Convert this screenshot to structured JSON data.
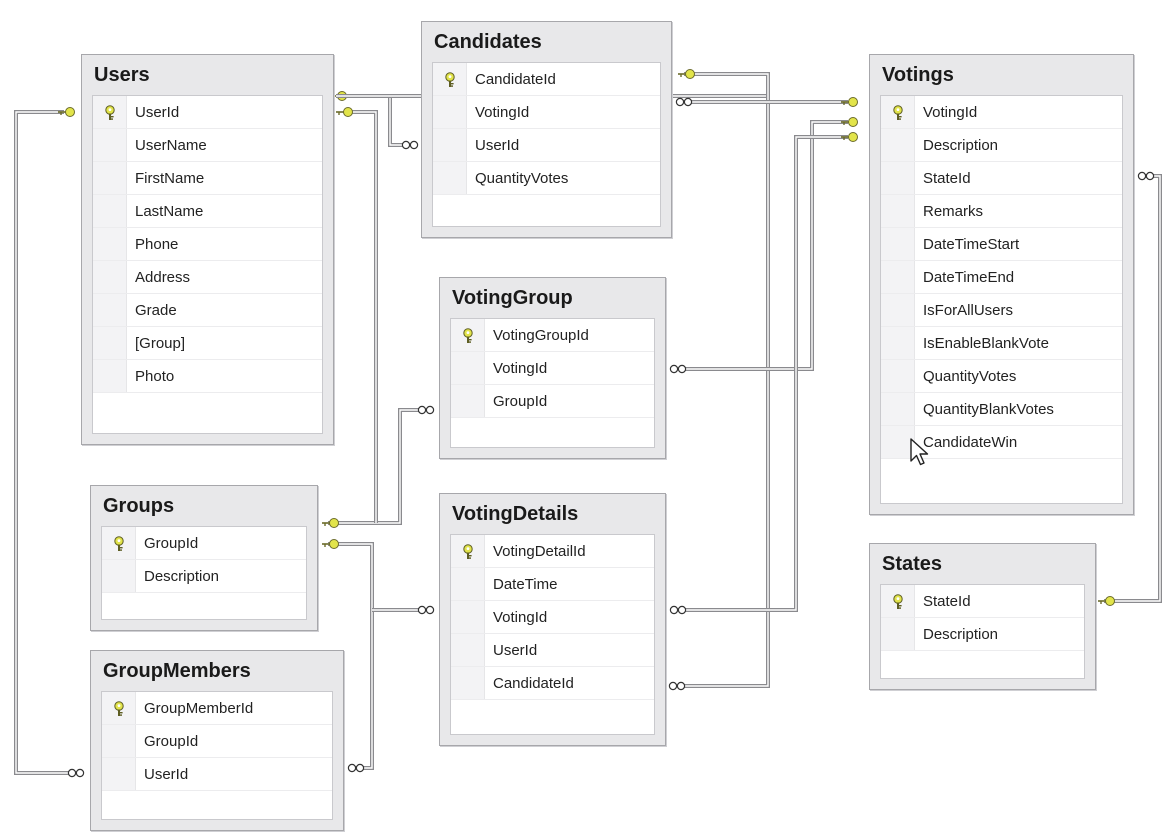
{
  "tables": [
    {
      "id": "users",
      "title": "Users",
      "columns": [
        {
          "name": "UserId",
          "pk": true
        },
        {
          "name": "UserName"
        },
        {
          "name": "FirstName"
        },
        {
          "name": "LastName"
        },
        {
          "name": "Phone"
        },
        {
          "name": "Address"
        },
        {
          "name": "Grade"
        },
        {
          "name": "[Group]"
        },
        {
          "name": "Photo"
        }
      ]
    },
    {
      "id": "candidates",
      "title": "Candidates",
      "columns": [
        {
          "name": "CandidateId",
          "pk": true
        },
        {
          "name": "VotingId"
        },
        {
          "name": "UserId"
        },
        {
          "name": "QuantityVotes"
        }
      ]
    },
    {
      "id": "votings",
      "title": "Votings",
      "columns": [
        {
          "name": "VotingId",
          "pk": true
        },
        {
          "name": "Description"
        },
        {
          "name": "StateId"
        },
        {
          "name": "Remarks"
        },
        {
          "name": "DateTimeStart"
        },
        {
          "name": "DateTimeEnd"
        },
        {
          "name": "IsForAllUsers"
        },
        {
          "name": "IsEnableBlankVote"
        },
        {
          "name": "QuantityVotes"
        },
        {
          "name": "QuantityBlankVotes"
        },
        {
          "name": "CandidateWin"
        }
      ]
    },
    {
      "id": "votinggroup",
      "title": "VotingGroup",
      "columns": [
        {
          "name": "VotingGroupId",
          "pk": true
        },
        {
          "name": "VotingId"
        },
        {
          "name": "GroupId"
        }
      ]
    },
    {
      "id": "groups",
      "title": "Groups",
      "columns": [
        {
          "name": "GroupId",
          "pk": true
        },
        {
          "name": "Description"
        }
      ]
    },
    {
      "id": "votingdetails",
      "title": "VotingDetails",
      "columns": [
        {
          "name": "VotingDetailId",
          "pk": true
        },
        {
          "name": "DateTime"
        },
        {
          "name": "VotingId"
        },
        {
          "name": "UserId"
        },
        {
          "name": "CandidateId"
        }
      ]
    },
    {
      "id": "states",
      "title": "States",
      "columns": [
        {
          "name": "StateId",
          "pk": true
        },
        {
          "name": "Description"
        }
      ]
    },
    {
      "id": "groupmembers",
      "title": "GroupMembers",
      "columns": [
        {
          "name": "GroupMemberId",
          "pk": true
        },
        {
          "name": "GroupId"
        },
        {
          "name": "UserId"
        }
      ]
    }
  ],
  "relationships": [
    {
      "from": "users.UserId",
      "to": "candidates.UserId"
    },
    {
      "from": "users.UserId",
      "to": "votingdetails.UserId"
    },
    {
      "from": "users.UserId",
      "to": "groupmembers.UserId"
    },
    {
      "from": "candidates.CandidateId",
      "to": "votingdetails.CandidateId"
    },
    {
      "from": "votings.VotingId",
      "to": "candidates.VotingId"
    },
    {
      "from": "votings.VotingId",
      "to": "votinggroup.VotingId"
    },
    {
      "from": "votings.VotingId",
      "to": "votingdetails.VotingId"
    },
    {
      "from": "states.StateId",
      "to": "votings.StateId"
    },
    {
      "from": "groups.GroupId",
      "to": "votinggroup.GroupId"
    },
    {
      "from": "groups.GroupId",
      "to": "groupmembers.GroupId"
    }
  ],
  "colors": {
    "key_icon": "#e2e44a",
    "line": "#8a8a8e",
    "panel": "#e8e8ea"
  },
  "icons": {
    "primary_key": "key-icon",
    "many_end": "infinity-icon",
    "one_end": "key-icon",
    "cursor": "mouse-cursor-icon"
  }
}
